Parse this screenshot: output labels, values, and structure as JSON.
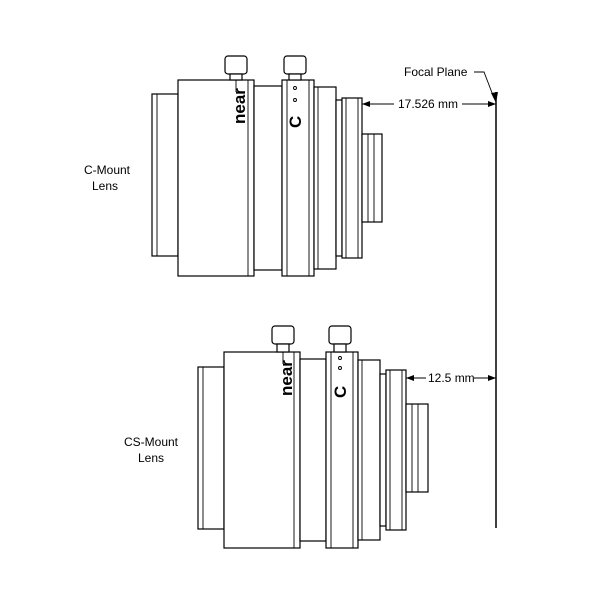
{
  "labels": {
    "focal_plane": "Focal Plane",
    "c_mount_line1": "C-Mount",
    "c_mount_line2": "Lens",
    "cs_mount_line1": "CS-Mount",
    "cs_mount_line2": "Lens"
  },
  "dimensions": {
    "c_mount_flange": "17.526 mm",
    "cs_mount_flange": "12.5 mm"
  },
  "lens_markings": {
    "focus_ring": "near",
    "iris_ring": "C"
  },
  "colors": {
    "stroke": "#000000",
    "fill": "#ffffff"
  }
}
